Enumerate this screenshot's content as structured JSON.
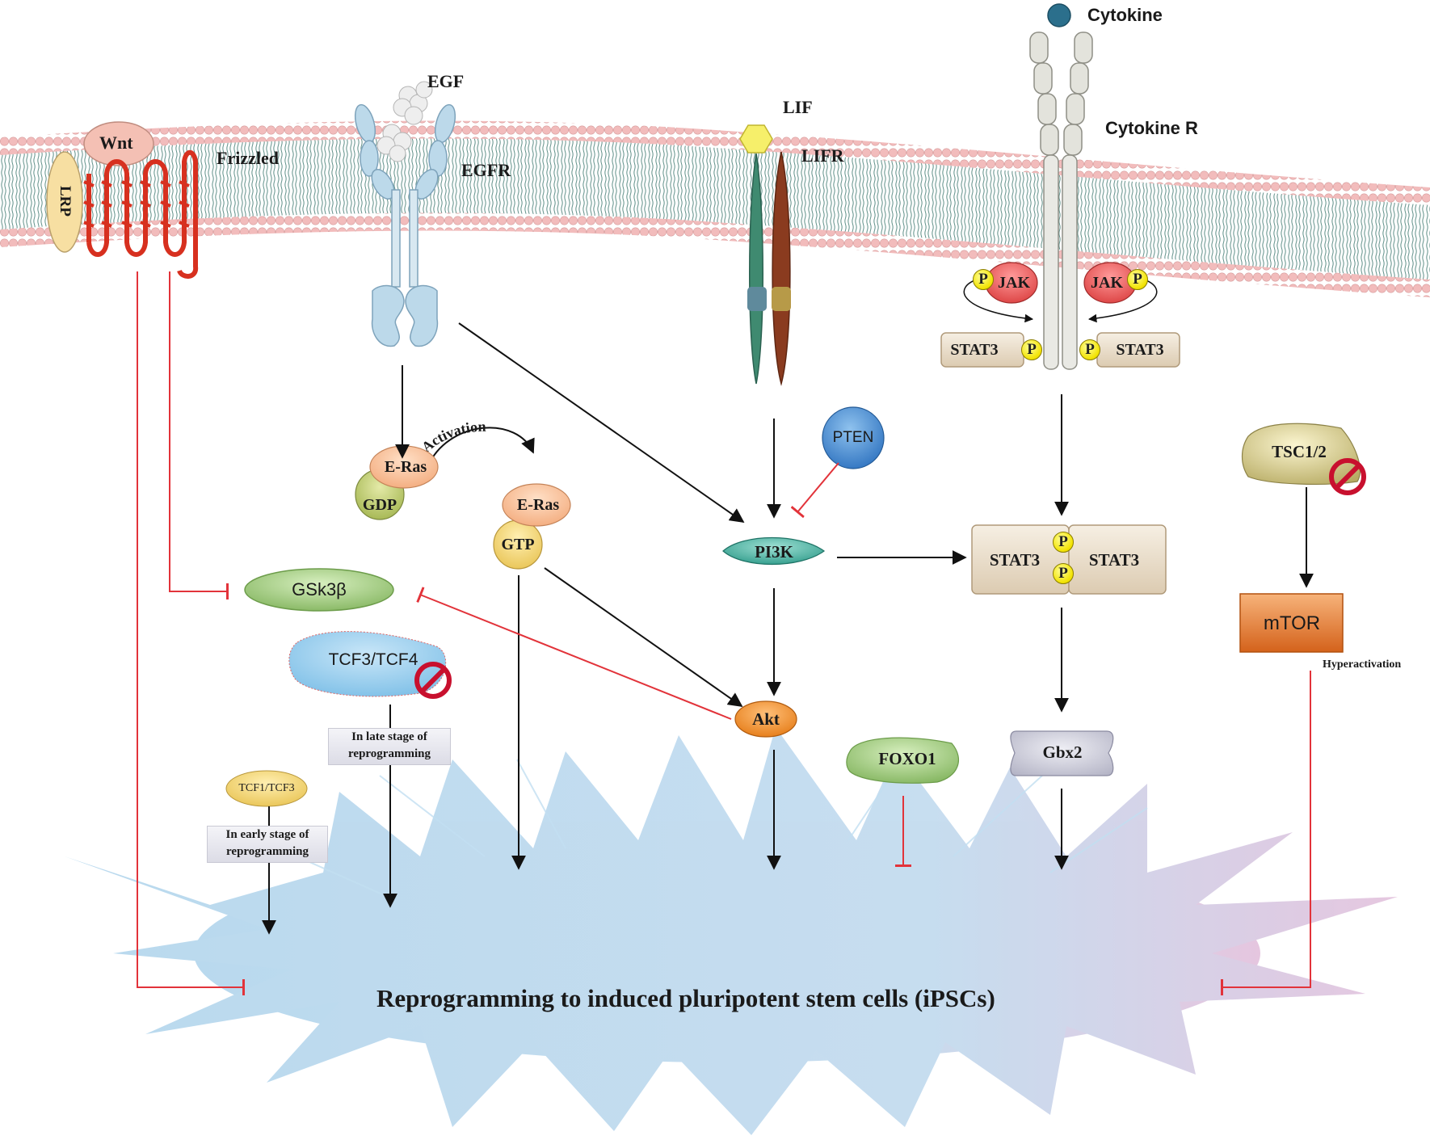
{
  "extracellular": {
    "wnt": "Wnt",
    "lrp": "LRP",
    "frizzled": "Frizzled",
    "egf": "EGF",
    "egfr": "EGFR",
    "lif": "LIF",
    "lifr": "LIFR",
    "cytokine": "Cytokine",
    "cytokine_r": "Cytokine R"
  },
  "jak_stat": {
    "jak_left": "JAK",
    "jak_right": "JAK",
    "stat3_left": "STAT3",
    "stat3_right": "STAT3",
    "p": "P"
  },
  "ras": {
    "activation": "Activation",
    "eras_gdp": "E-Ras",
    "gdp": "GDP",
    "eras_gtp": "E-Ras",
    "gtp": "GTP"
  },
  "pathway": {
    "gsk3b": "GSk3β",
    "tcf3_tcf4": "TCF3/TCF4",
    "late_stage": "In late stage of reprogramming",
    "tcf1_tcf3": "TCF1/TCF3",
    "early_stage": "In early stage of reprogramming",
    "pten": "PTEN",
    "pi3k": "PI3K",
    "akt": "Akt",
    "foxo1": "FOXO1",
    "stat3_dimer_left": "STAT3",
    "stat3_dimer_right": "STAT3",
    "gbx2": "Gbx2",
    "tsc": "TSC1/2",
    "mtor": "mTOR",
    "hyperactivation": "Hyperactivation"
  },
  "outcome": {
    "title": "Reprogramming to induced pluripotent stem cells (iPSCs)"
  },
  "colors": {
    "activation_arrow": "#111111",
    "inhibition_line": "#e2333a",
    "membrane_head": "#efb8b8",
    "burst": "#bcdcee"
  }
}
